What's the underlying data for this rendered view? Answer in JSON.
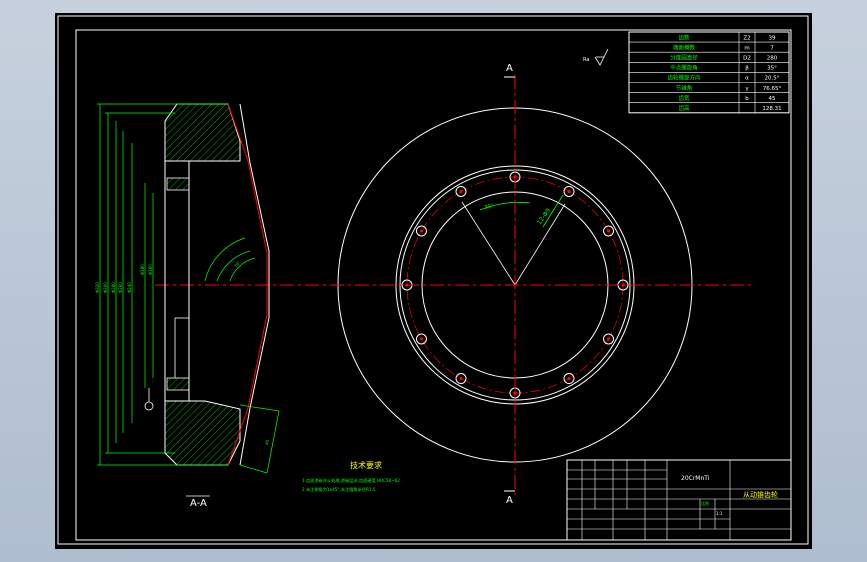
{
  "colors": {
    "background": "#000000",
    "outline": "#ffffff",
    "center_line": "#ff0000",
    "dimension": "#00ff00",
    "hatch": "#00ff00",
    "note": "#ffff00",
    "title_text": "#00ff00"
  },
  "section": {
    "label": "A-A",
    "cut_mark_top": "A",
    "cut_mark_bottom": "A"
  },
  "notes": {
    "title": "技术要求",
    "line1": "1.齿面渗碳淬火处理,渗碳层深,齿面硬度 HRC58~62",
    "line2": "2.未注倒角为1x45°,未注圆角半径R1.5"
  },
  "params": [
    {
      "name": "齿数",
      "symbol": "Z2",
      "value": "39"
    },
    {
      "name": "端面模数",
      "symbol": "m",
      "value": "7"
    },
    {
      "name": "分度圆直径",
      "symbol": "D2",
      "value": "280"
    },
    {
      "name": "中点螺旋角",
      "symbol": "β",
      "value": "35°"
    },
    {
      "name": "齿轮螺旋方向",
      "symbol": "α",
      "value": "20.5°"
    },
    {
      "name": "节锥角",
      "symbol": "γ",
      "value": "76.65°"
    },
    {
      "name": "齿宽",
      "symbol": "b",
      "value": "45"
    },
    {
      "name": "齿高",
      "symbol": "",
      "value": "128.31"
    }
  ],
  "title_block": {
    "material": "20CrMnTi",
    "part_name": "从动锥齿轮",
    "scale_label": "比例",
    "scale_value": "1:1"
  }
}
